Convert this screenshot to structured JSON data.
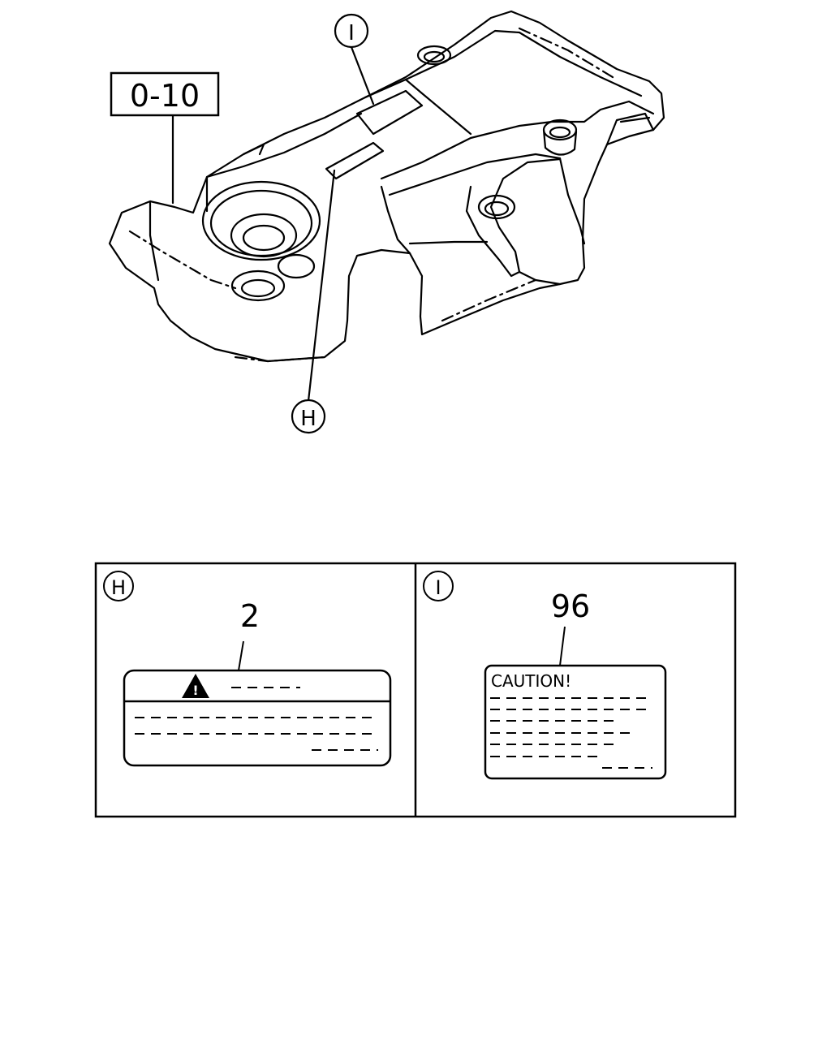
{
  "ref_code": "0-10",
  "callouts": {
    "h": "H",
    "i": "I"
  },
  "panels": {
    "h": {
      "letter": "H",
      "part_number": "2"
    },
    "i": {
      "letter": "I",
      "part_number": "96",
      "caution_text": "CAUTION!"
    }
  }
}
